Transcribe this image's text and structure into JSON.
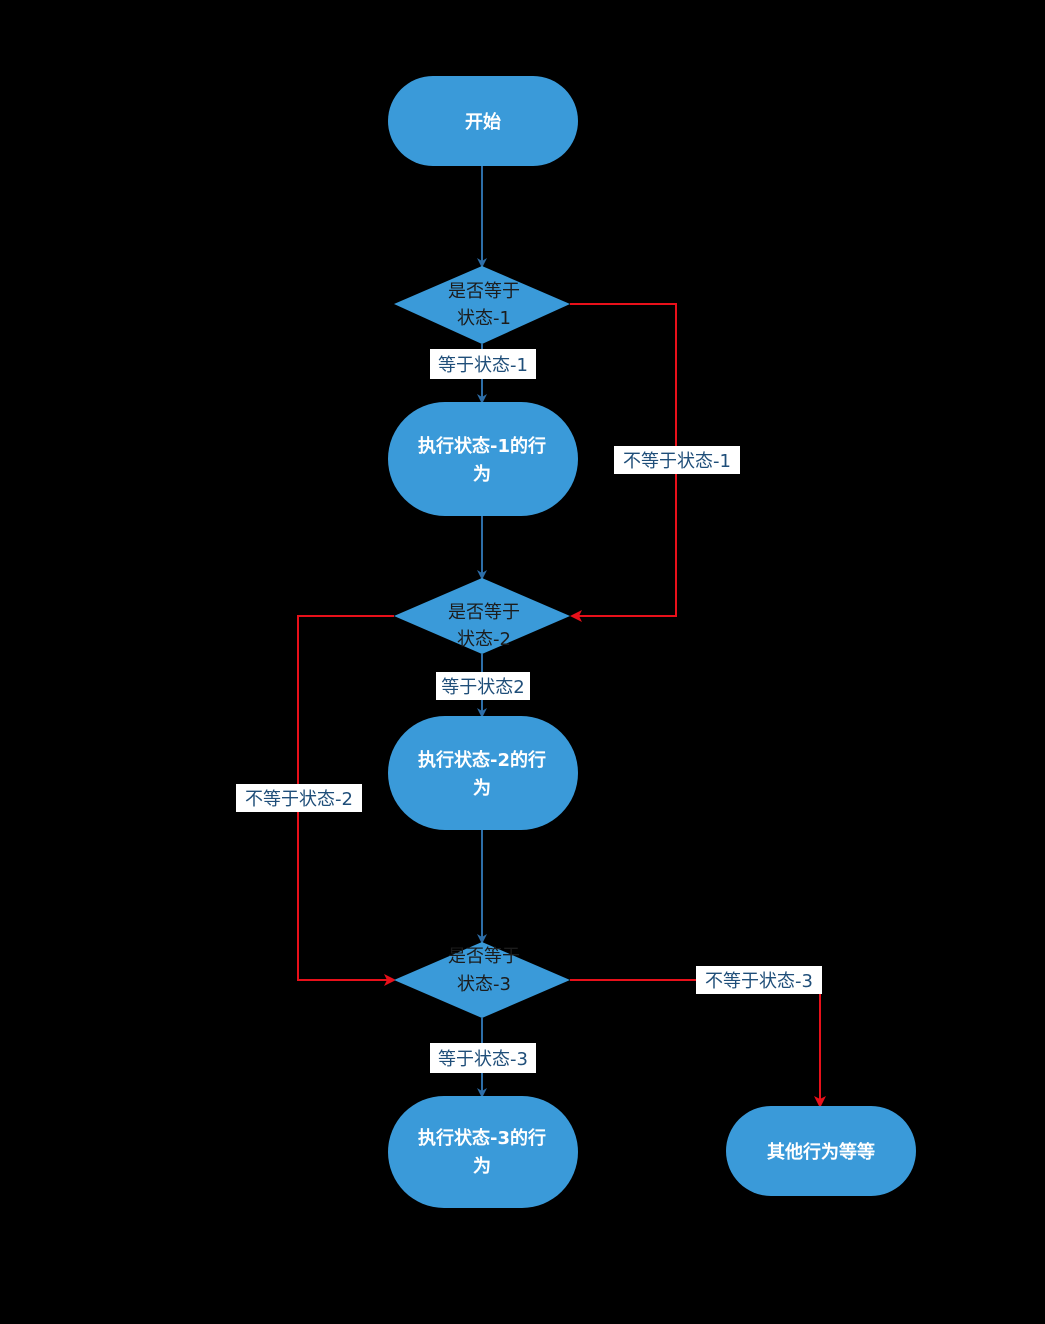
{
  "colors": {
    "node_fill": "#3a9ad9",
    "flow_line": "#2d6ea8",
    "alt_line": "#e8101a",
    "label_text": "#1f4e79"
  },
  "nodes": {
    "start": "开始",
    "decision1": [
      "是否等于",
      "状态-1"
    ],
    "action1": [
      "执行状态-1的行",
      "为"
    ],
    "decision2": [
      "是否等于",
      "状态-2"
    ],
    "action2": [
      "执行状态-2的行",
      "为"
    ],
    "decision3": [
      "是否等于",
      "状态-3"
    ],
    "action3": [
      "执行状态-3的行",
      "为"
    ],
    "other": "其他行为等等"
  },
  "edge_labels": {
    "eq1": "等于状态-1",
    "neq1": "不等于状态-1",
    "eq2": "等于状态2",
    "neq2": "不等于状态-2",
    "eq3": "等于状态-3",
    "neq3": "不等于状态-3"
  }
}
